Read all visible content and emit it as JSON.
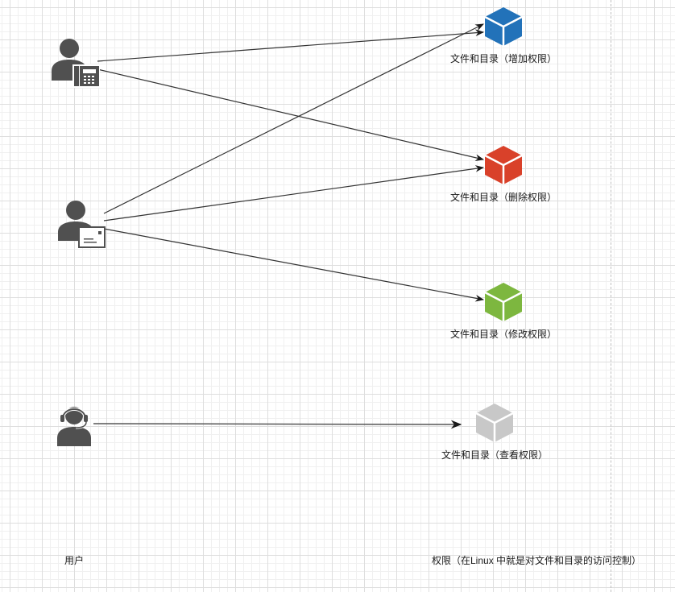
{
  "users": [
    {
      "id": "user-phone",
      "icon": "user-with-phone-icon"
    },
    {
      "id": "user-mail",
      "icon": "user-with-mail-icon"
    },
    {
      "id": "user-support",
      "icon": "user-with-headset-icon"
    }
  ],
  "permissions": [
    {
      "id": "add",
      "label": "文件和目录（增加权限）",
      "color": "#2272b9"
    },
    {
      "id": "delete",
      "label": "文件和目录（删除权限）",
      "color": "#d9412a"
    },
    {
      "id": "modify",
      "label": "文件和目录（修改权限）",
      "color": "#7db73f"
    },
    {
      "id": "view",
      "label": "文件和目录（查看权限）",
      "color": "#c8c8c8"
    }
  ],
  "edges": [
    {
      "from": "user-phone",
      "to": "add"
    },
    {
      "from": "user-phone",
      "to": "delete"
    },
    {
      "from": "user-mail",
      "to": "add"
    },
    {
      "from": "user-mail",
      "to": "delete"
    },
    {
      "from": "user-mail",
      "to": "modify"
    },
    {
      "from": "user-support",
      "to": "view"
    }
  ],
  "footer": {
    "users_label": "用户",
    "permissions_label": "权限（在Linux 中就是对文件和目录的访问控制）"
  }
}
